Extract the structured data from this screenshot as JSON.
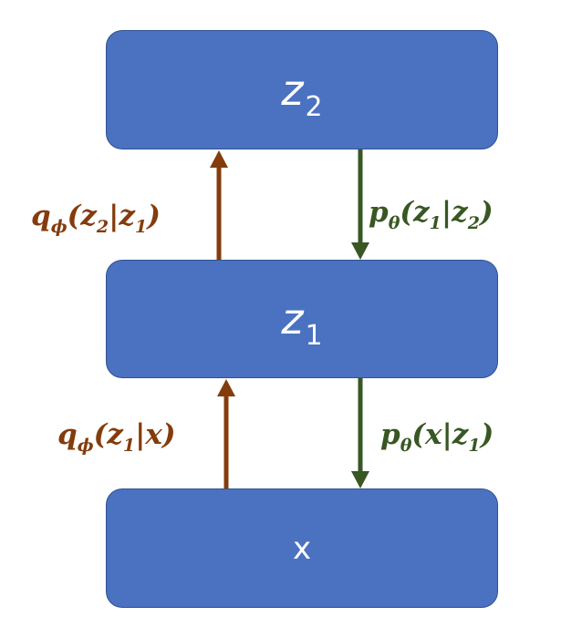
{
  "nodes": {
    "z2": {
      "symbol": "z",
      "subscript": "2"
    },
    "z1": {
      "symbol": "z",
      "subscript": "1"
    },
    "x": {
      "text": "x"
    }
  },
  "edges": {
    "q_z2_given_z1": {
      "func": "q",
      "param": "ϕ",
      "args": "(z",
      "sub1": "2",
      "mid": "|z",
      "sub2": "1",
      "end": ")"
    },
    "p_z1_given_z2": {
      "func": "p",
      "param": "θ",
      "args": "(z",
      "sub1": "1",
      "mid": "|z",
      "sub2": "2",
      "end": ")"
    },
    "q_z1_given_x": {
      "func": "q",
      "param": "ϕ",
      "args": "(z",
      "sub1": "1",
      "mid": "|x)",
      "sub2": "",
      "end": ""
    },
    "p_x_given_z1": {
      "func": "p",
      "param": "θ",
      "args": "(x|z",
      "sub1": "1",
      "mid": ")",
      "sub2": "",
      "end": ""
    }
  },
  "colors": {
    "box_fill": "#4a72c0",
    "box_border": "#2f528f",
    "encoder_arrow": "#843c0c",
    "decoder_arrow": "#385723"
  }
}
